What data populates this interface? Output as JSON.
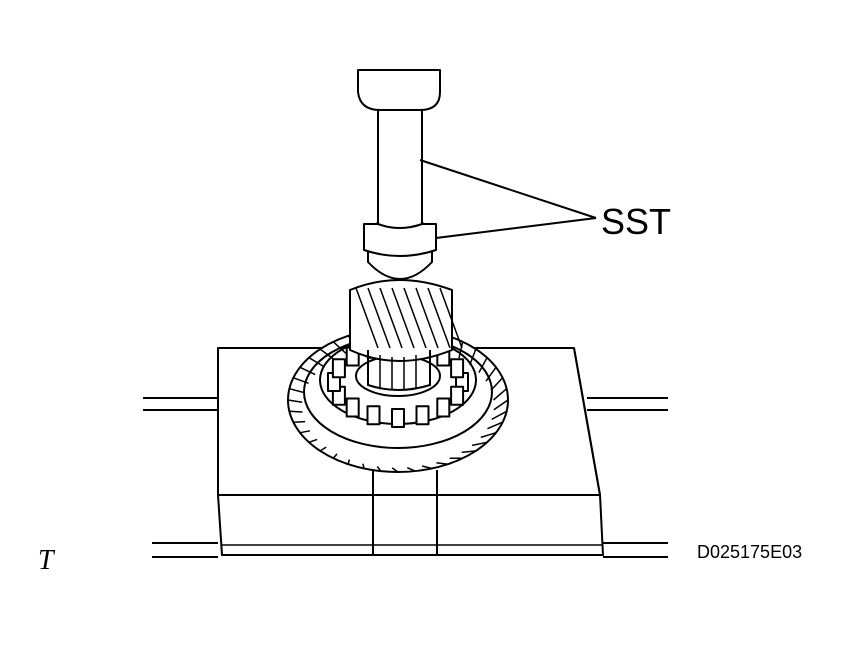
{
  "labels": {
    "tool": "SST",
    "corner_mark": "T",
    "figure_id": "D025175E03"
  },
  "colors": {
    "line": "#000000",
    "background": "#ffffff"
  }
}
